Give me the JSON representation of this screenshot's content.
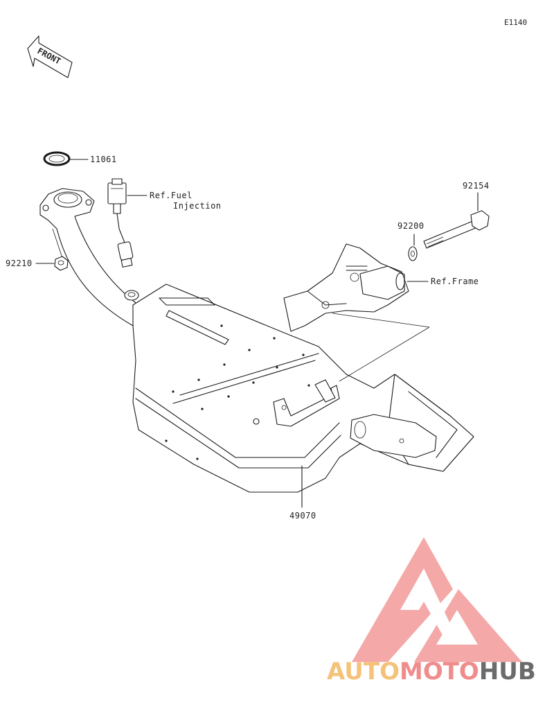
{
  "diagram_code": "E1140",
  "front_arrow_label": "FRONT",
  "callouts": {
    "gasket": "11061",
    "nut": "92210",
    "ref_fuel_line1": "Ref.Fuel",
    "ref_fuel_line2": "Injection",
    "washer": "92200",
    "bolt": "92154",
    "ref_frame": "Ref.Frame",
    "muffler": "49070"
  },
  "watermark": {
    "part1": "AUTO",
    "part2": "MOTO",
    "part3": "HUB",
    "color_light": "#f5c27a",
    "color_mid": "#f08c8c",
    "color_dark": "#6b6b6b"
  }
}
